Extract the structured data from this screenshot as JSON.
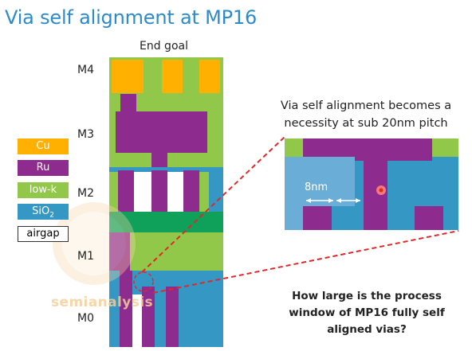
{
  "title": "Via self alignment at MP16",
  "stack_caption": "End goal",
  "layers": [
    "M4",
    "M3",
    "M2",
    "M1",
    "M0"
  ],
  "legend": [
    {
      "label": "Cu",
      "color": "#ffb000",
      "text_color": "#ffffff"
    },
    {
      "label": "Ru",
      "color": "#8e2b8e",
      "text_color": "#ffffff"
    },
    {
      "label": "low-k",
      "color": "#92c84a",
      "text_color": "#ffffff"
    },
    {
      "label": "SiO",
      "sub": "2",
      "color": "#3597c4",
      "text_color": "#ffffff"
    },
    {
      "label": "airgap",
      "color": "#ffffff",
      "text_color": "#000000"
    }
  ],
  "zoom_note": "Via self alignment becomes a necessity at sub 20nm pitch",
  "dimension_label": "8nm",
  "question": "How large is the process window of MP16 fully self aligned vias?",
  "watermark": "semianalysis",
  "colors": {
    "title": "#2e8bc9",
    "cu": "#ffb000",
    "ru": "#8e2b8e",
    "lowk": "#92c84a",
    "sio2": "#3597c4",
    "green_band": "#0fa05a",
    "callout": "#e0282a"
  }
}
